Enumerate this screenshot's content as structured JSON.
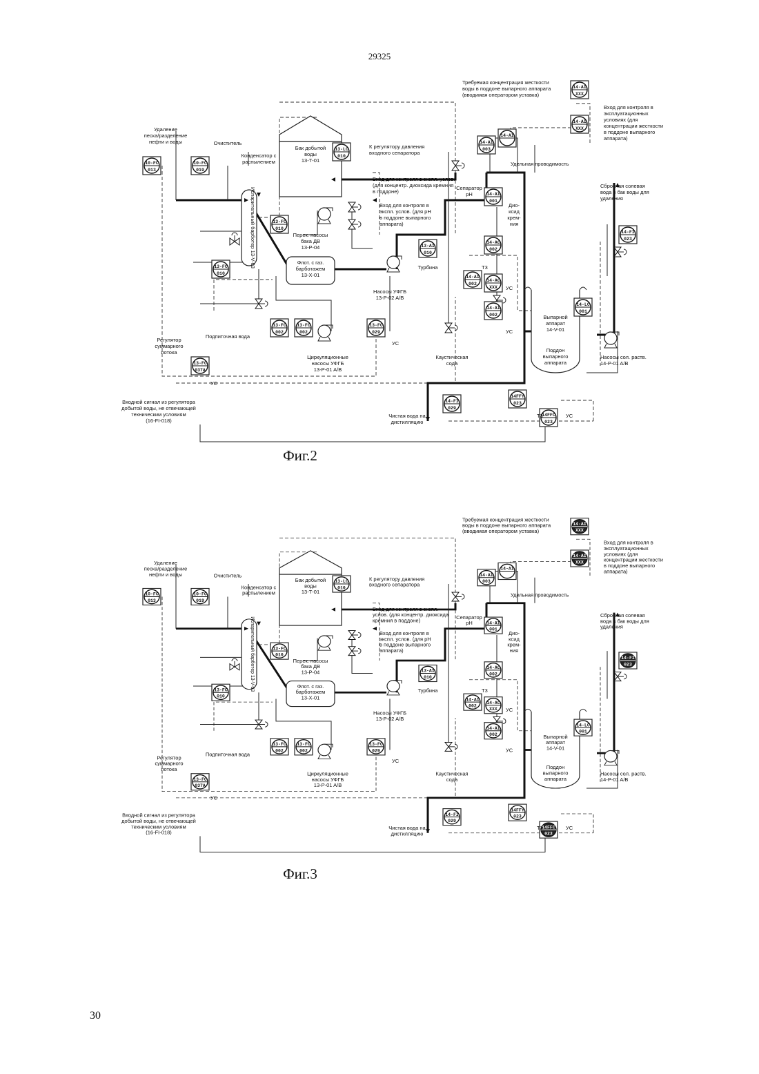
{
  "doc_number": "29325",
  "page_number": "30",
  "figures": [
    {
      "caption": "Фиг.2",
      "labels": {
        "sand_removal": [
          "Удаление",
          "песка/разделение",
          "нефти и воды"
        ],
        "cleaner": "Очиститель",
        "condenser": [
          "Конденсатор с",
          "распылением"
        ],
        "tank": [
          "Бак добытой",
          "воды",
          "13-Т-01"
        ],
        "to_pressure_reg": [
          "К регулятору давления",
          "входного сепаратора"
        ],
        "silica_input": [
          "Вход для контроля в экспл. услов.",
          "(для концентр. диоксида кремния",
          "в поддоне)"
        ],
        "ph_input": [
          "Вход для контроля в",
          "экспл. услов. (для pH",
          "в поддоне выпарного",
          "аппарата)"
        ],
        "transfer_pumps": [
          "Перек. насосы",
          "бака ДВ",
          "13-P-04"
        ],
        "flotation": [
          "Флот. с газ.",
          "барботажем",
          "13-X-01"
        ],
        "bubbler": "Испарительный барботер 13-V-03",
        "makeup_water": "Подпиточная вода",
        "total_flow_reg": [
          "Регулятор",
          "суммарного",
          "потока"
        ],
        "recirc_pumps": [
          "Циркуляционные",
          "насосы УФГБ",
          "13-P-01 A/B"
        ],
        "ufgb_pumps": [
          "Насосы УФГБ",
          "13-P-02 A/B"
        ],
        "turbine": "Турбина",
        "ph_separator": [
          "Сепаратор",
          "pH"
        ],
        "silica": [
          "Дио-",
          "ксид",
          "крем-",
          "ния"
        ],
        "conductivity": "Удельная проводимость",
        "hardness_req": [
          "Требуемая концентрация жесткости",
          "воды в поддоне выпарного аппарата",
          "(вводимая оператором уставка)"
        ],
        "hardness_input": [
          "Вход для контроля в",
          "эксплуатационных",
          "условиях (для",
          "концентрации жесткости",
          "в поддоне выпарного",
          "аппарата)"
        ],
        "brine_discharge": [
          "Сбросная солевая",
          "вода в бак воды для",
          "удаления"
        ],
        "evaporator": [
          "Выпарной",
          "аппарат",
          "14-V-01"
        ],
        "sump": [
          "Поддон",
          "выпарного",
          "аппарата"
        ],
        "brine_pumps": [
          "Насосы сол. раств.",
          "14-P-01 A/B"
        ],
        "caustic": [
          "Каустическая",
          "сода"
        ],
        "clean_water": [
          "Чистая вода на",
          "дистилляцию"
        ],
        "input_signal": [
          "Входной сигнал из регулятора",
          "добытой воды, не отвечающей",
          "техническим условиям",
          "(16-FI-018)"
        ],
        "ys": "УС",
        "t3": "Т3"
      },
      "instruments": [
        {
          "id": "i1",
          "top": "10-FC",
          "bottom": "013"
        },
        {
          "id": "i2",
          "top": "10-FC",
          "bottom": "019"
        },
        {
          "id": "i3",
          "top": "13-LC",
          "bottom": "010"
        },
        {
          "id": "i4",
          "top": "13-FC",
          "bottom": "010"
        },
        {
          "id": "i5",
          "top": "13-FC",
          "bottom": "010"
        },
        {
          "id": "i6",
          "top": "13-FC",
          "bottom": "002"
        },
        {
          "id": "i7",
          "top": "13-FC",
          "bottom": "002"
        },
        {
          "id": "i8",
          "top": "13-FC",
          "bottom": "029"
        },
        {
          "id": "i9",
          "top": "13-FC",
          "bottom": "037A"
        },
        {
          "id": "i10",
          "top": "13-AI",
          "bottom": "010"
        },
        {
          "id": "i11",
          "top": "14-AI",
          "bottom": "003"
        },
        {
          "id": "i12",
          "top": "14-AI",
          "bottom": ""
        },
        {
          "id": "i13",
          "top": "14-AI",
          "bottom": "XXX"
        },
        {
          "id": "i14",
          "top": "14-AI",
          "bottom": "XXX"
        },
        {
          "id": "i15",
          "top": "14-AI",
          "bottom": "001"
        },
        {
          "id": "i16",
          "top": "14-AI",
          "bottom": "002"
        },
        {
          "id": "i17",
          "top": "14-AI",
          "bottom": "002"
        },
        {
          "id": "i18",
          "top": "14-AC",
          "bottom": "XXX"
        },
        {
          "id": "i19",
          "top": "14-AC",
          "bottom": "002"
        },
        {
          "id": "i20",
          "top": "14-LC",
          "bottom": "001"
        },
        {
          "id": "i21",
          "top": "14-FI",
          "bottom": "023"
        },
        {
          "id": "i22",
          "top": "14-FI",
          "bottom": "029"
        },
        {
          "id": "i23",
          "top": "14FFY",
          "bottom": "023"
        },
        {
          "id": "i24",
          "top": "14FFC",
          "bottom": "023"
        }
      ]
    },
    {
      "caption": "Фиг.3",
      "labels": {
        "sand_removal": [
          "Удаление",
          "песка/разделение",
          "нефти и воды"
        ],
        "cleaner": "Очиститель",
        "condenser": [
          "Конденсатор с",
          "распылением"
        ],
        "tank": [
          "Бак добытой",
          "воды",
          "13-Т-01"
        ],
        "to_pressure_reg": [
          "К регулятору давления",
          "входного сепаратора"
        ],
        "silica_input": [
          "Вход для контроля в экспл.",
          "услов. (для концентр. диоксида",
          "кремния в поддоне)"
        ],
        "ph_input": [
          "Вход для контроля в",
          "экспл. услов. (для pH",
          "в поддоне выпарного",
          "аппарата)"
        ],
        "transfer_pumps": [
          "Перек. насосы",
          "бака ДВ",
          "13-P-04"
        ],
        "flotation": [
          "Флот. с газ.",
          "барботажем",
          "13-X-01"
        ],
        "bubbler": "Испарительный барботер 13-V-03",
        "makeup_water": "Подпиточная вода",
        "total_flow_reg": [
          "Регулятор",
          "суммарного",
          "потока"
        ],
        "recirc_pumps": [
          "Циркуляционные",
          "насосы УФГБ",
          "13-P-01 A/B"
        ],
        "ufgb_pumps": [
          "Насосы УФГБ",
          "13-P-02 A/B"
        ],
        "turbine": "Турбина",
        "ph_separator": [
          "Сепаратор",
          "pH"
        ],
        "silica": [
          "Дио-",
          "ксид",
          "крем-",
          "ния"
        ],
        "conductivity": "Удельная проводимость",
        "hardness_req": [
          "Требуемая концентрация жесткости",
          "воды в поддоне выпарного аппарата",
          "(вводимая оператором уставка)"
        ],
        "hardness_input": [
          "Вход для контроля в",
          "эксплуатационных",
          "условиях (для",
          "концентрации жесткости",
          "в поддоне выпарного",
          "аппарата)"
        ],
        "brine_discharge": [
          "Сбросная солевая",
          "вода в бак воды для",
          "удаления"
        ],
        "evaporator": [
          "Выпарной",
          "аппарат",
          "14-V-01"
        ],
        "sump": [
          "Поддон",
          "выпарного",
          "аппарата"
        ],
        "brine_pumps": [
          "Насосы сол. раств.",
          "14-P-01 A/B"
        ],
        "caustic": [
          "Каустическая",
          "сода"
        ],
        "clean_water": [
          "Чистая вода на",
          "дистилляцию"
        ],
        "input_signal": [
          "Входной сигнал из регулятора",
          "добытой воды, не отвечающей",
          "техническим условиям",
          "(16-FI-018)"
        ],
        "ys": "УС",
        "t3": "Т3"
      },
      "instruments": [
        {
          "id": "i1",
          "top": "10-FC",
          "bottom": "013"
        },
        {
          "id": "i2",
          "top": "10-FC",
          "bottom": "019"
        },
        {
          "id": "i3",
          "top": "13-LC",
          "bottom": "010"
        },
        {
          "id": "i4",
          "top": "13-FC",
          "bottom": "010"
        },
        {
          "id": "i5",
          "top": "13-FC",
          "bottom": "010"
        },
        {
          "id": "i6",
          "top": "13-FC",
          "bottom": "002"
        },
        {
          "id": "i7",
          "top": "13-FC",
          "bottom": "002"
        },
        {
          "id": "i8",
          "top": "13-FC",
          "bottom": "029"
        },
        {
          "id": "i9",
          "top": "13-FC",
          "bottom": "037A"
        },
        {
          "id": "i10",
          "top": "13-AI",
          "bottom": "010"
        },
        {
          "id": "i11",
          "top": "14-AI",
          "bottom": "003"
        },
        {
          "id": "i12",
          "top": "14-AI",
          "bottom": ""
        },
        {
          "id": "i13",
          "top": "14-AI",
          "bottom": "XXX"
        },
        {
          "id": "i14",
          "top": "14-AI",
          "bottom": "XXX"
        },
        {
          "id": "i15",
          "top": "14-AI",
          "bottom": "001"
        },
        {
          "id": "i16",
          "top": "14-AI",
          "bottom": "002"
        },
        {
          "id": "i17",
          "top": "14-AI",
          "bottom": "002"
        },
        {
          "id": "i18",
          "top": "14-AC",
          "bottom": "XXX"
        },
        {
          "id": "i19",
          "top": "14-AC",
          "bottom": "002"
        },
        {
          "id": "i20",
          "top": "14-LC",
          "bottom": "001"
        },
        {
          "id": "i21",
          "top": "14-FI",
          "bottom": "023"
        },
        {
          "id": "i22",
          "top": "14-FI",
          "bottom": "029"
        },
        {
          "id": "i23",
          "top": "14FFY",
          "bottom": "023"
        },
        {
          "id": "i24",
          "top": "14FFC",
          "bottom": "023"
        }
      ]
    }
  ]
}
